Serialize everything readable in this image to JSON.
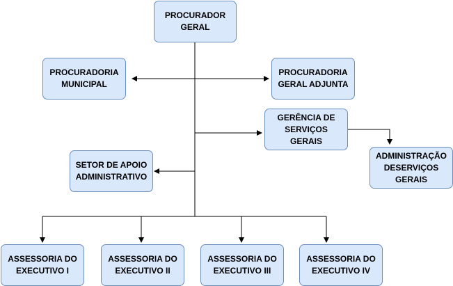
{
  "diagram": {
    "nodes": {
      "procurador_geral": "PROCURADOR\nGERAL",
      "procuradoria_municipal": "PROCURADORIA\nMUNICIPAL",
      "procuradoria_geral_adjunta": "PROCURADORIA\nGERAL ADJUNTA",
      "gerencia_servicos_gerais": "GERÊNCIA DE\nSERVIÇOS GERAIS",
      "administracao_servicos_gerais": "ADMINISTRAÇÃO\nDESERVIÇOS\nGERAIS",
      "setor_apoio_administrativo": "SETOR DE APOIO\nADMINISTRATIVO",
      "assessoria_executivo_1": "ASSESSORIA DO\nEXECUTIVO I",
      "assessoria_executivo_2": "ASSESSORIA DO\nEXECUTIVO II",
      "assessoria_executivo_3": "ASSESSORIA DO\nEXECUTIVO III",
      "assessoria_executivo_4": "ASSESSORIA DO\nEXECUTIVO IV"
    },
    "colors": {
      "node_fill": "#dae8fc",
      "node_border": "#6c8ebf",
      "edge": "#000000"
    }
  }
}
